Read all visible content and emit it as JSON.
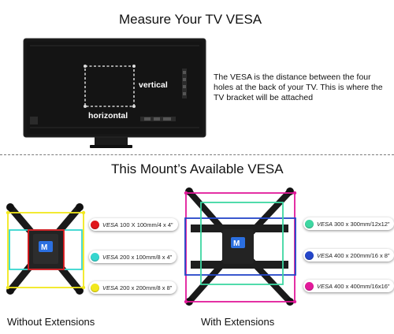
{
  "top": {
    "title": "Measure Your TV VESA",
    "label_vertical": "vertical",
    "label_horizontal": "horizontal",
    "description": "The VESA is the distance between the four holes at the back of your TV. This is where the TV bracket will be attached"
  },
  "bottom": {
    "title": "This Mount’s Available VESA",
    "without": {
      "caption": "Without Extensions",
      "logo_text": "M",
      "items": [
        {
          "prefix": "VESA",
          "text": "100 X 100mm/4 x 4”",
          "color": "#e0161b"
        },
        {
          "prefix": "VESA",
          "text": "200 x 100mm/8 x 4”",
          "color": "#36d6cf"
        },
        {
          "prefix": "VESA",
          "text": "200 x 200mm/8 x 8”",
          "color": "#f2e81c"
        }
      ]
    },
    "with": {
      "caption": "With Extensions",
      "logo_text": "M",
      "items": [
        {
          "prefix": "VESA",
          "text": "300 x 300mm/12x12”",
          "color": "#3ed7a2"
        },
        {
          "prefix": "VESA",
          "text": "400 x 200mm/16 x 8”",
          "color": "#2446c9"
        },
        {
          "prefix": "VESA",
          "text": "400 x 400mm/16x16”",
          "color": "#e21a9a"
        }
      ]
    }
  }
}
